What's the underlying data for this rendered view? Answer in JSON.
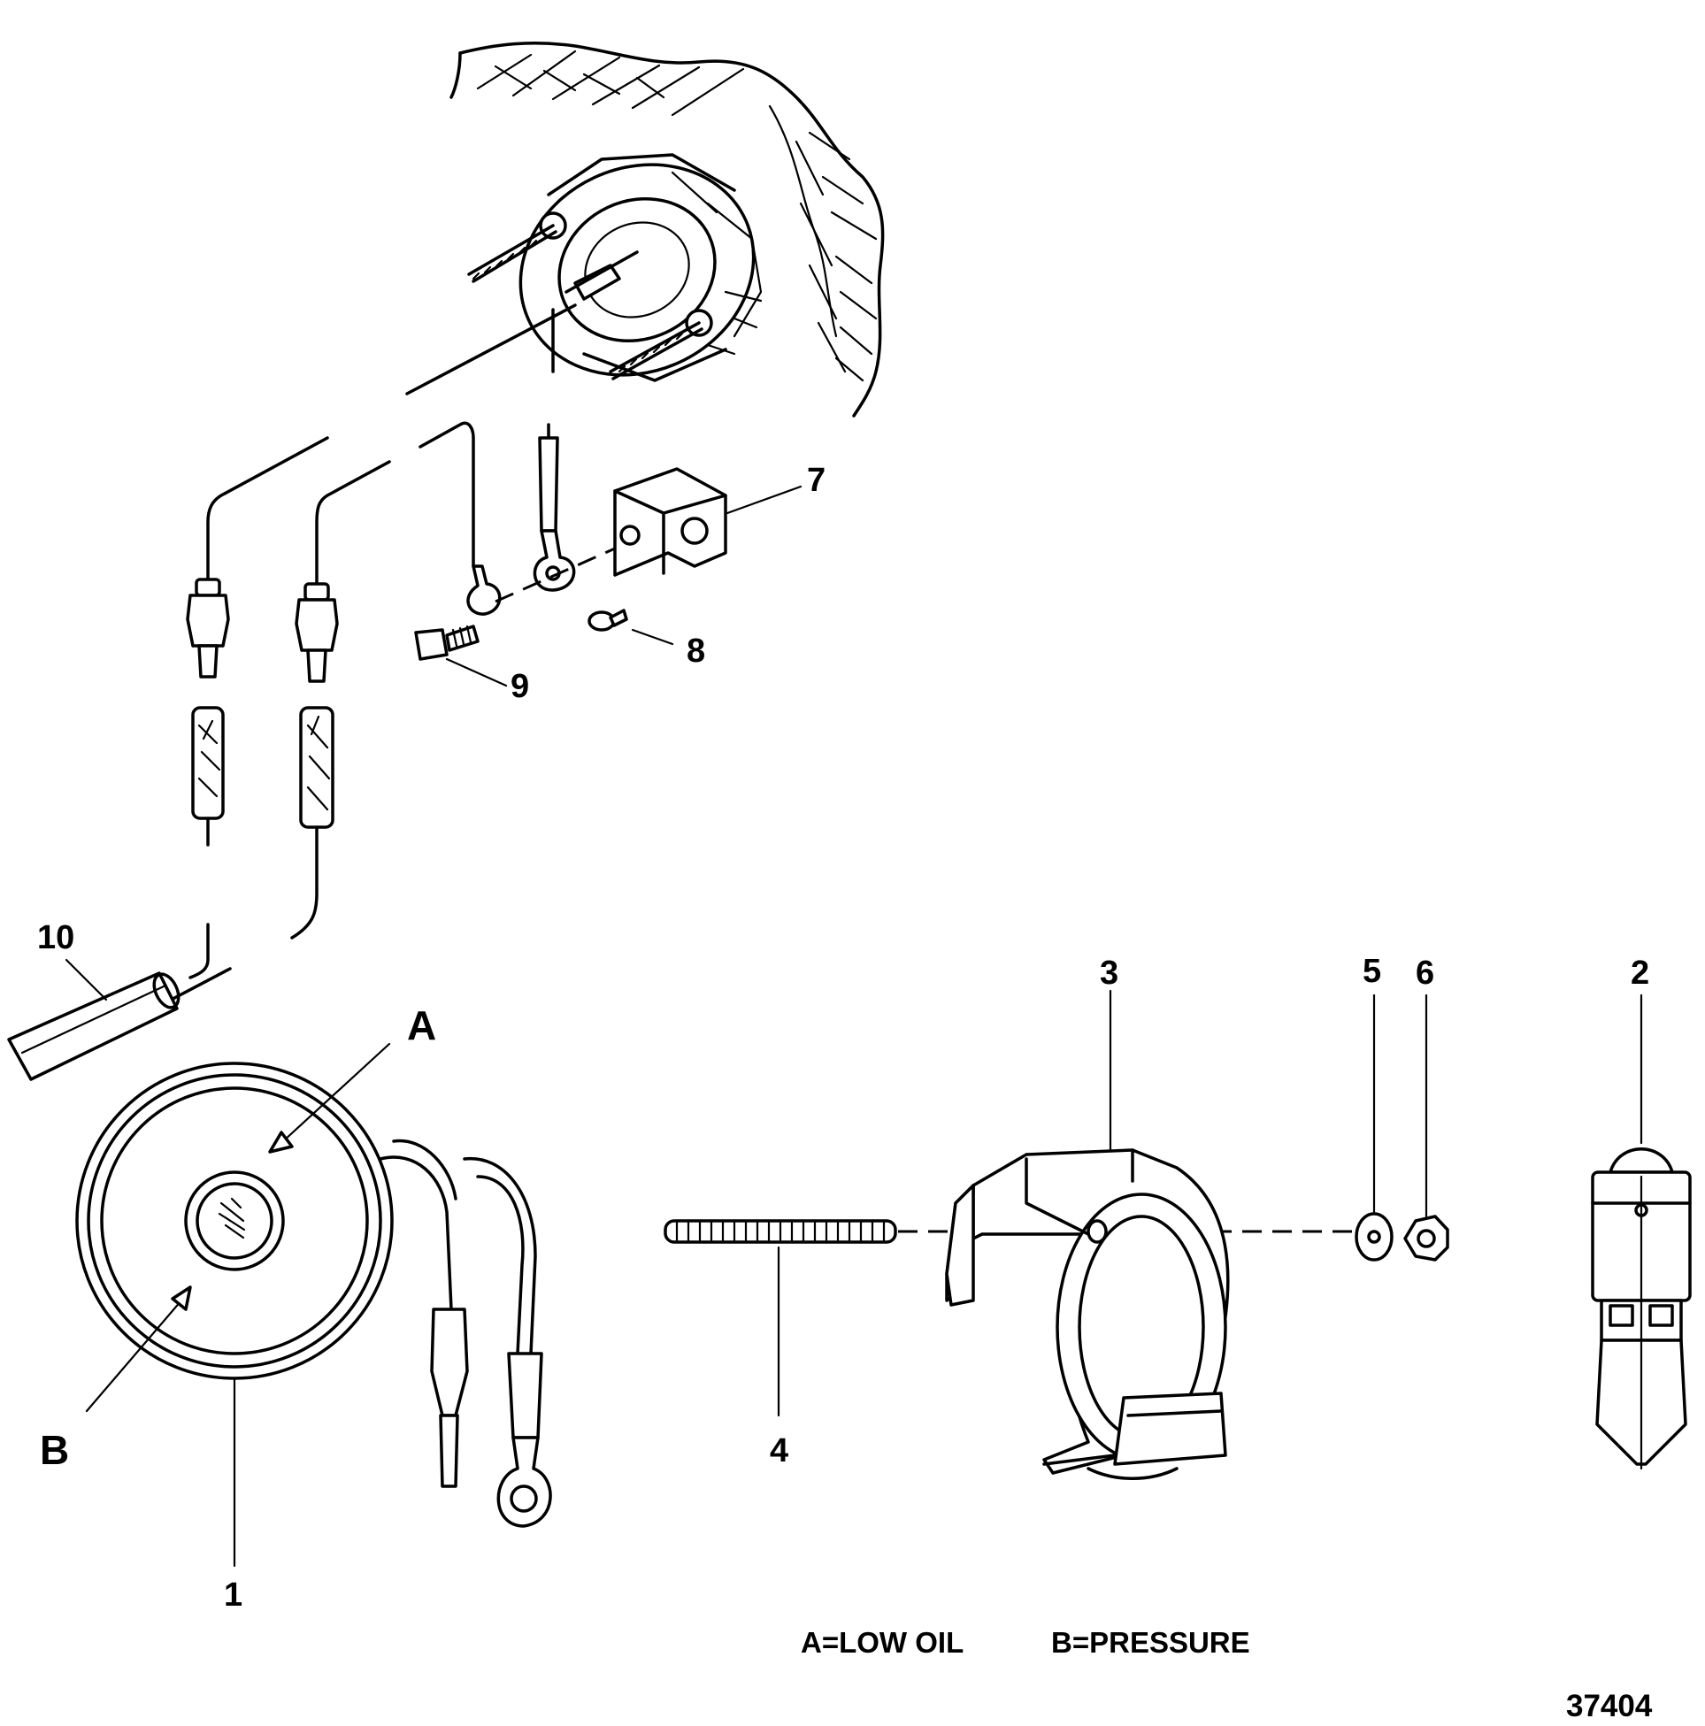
{
  "diagram": {
    "callouts": {
      "c1": "1",
      "c2": "2",
      "c3": "3",
      "c4": "4",
      "c5": "5",
      "c6": "6",
      "c7": "7",
      "c8": "8",
      "c9": "9",
      "c10": "10"
    },
    "letters": {
      "a": "A",
      "b": "B"
    },
    "legend": {
      "low_oil": "A=LOW OIL",
      "pressure": "B=PRESSURE"
    },
    "figure_number": "37404"
  }
}
